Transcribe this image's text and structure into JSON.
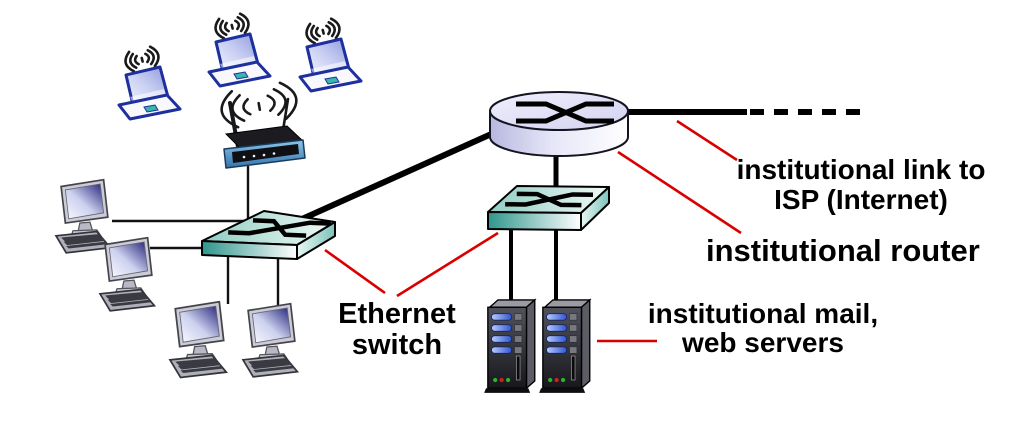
{
  "figure": {
    "type": "campus-network-diagram",
    "labels": {
      "isp_link": {
        "lines": [
          "institutional link to",
          "ISP (Internet)"
        ]
      },
      "institutional_router": {
        "text": "institutional router"
      },
      "ethernet_switch": {
        "lines": [
          "Ethernet",
          "switch"
        ]
      },
      "mail_web_servers": {
        "lines": [
          "institutional mail,",
          "web servers"
        ]
      }
    },
    "colors": {
      "pointer_line": "#db0000",
      "link_line": "#000000",
      "switch_teal": "#2f968c",
      "router_lavender": "#d8d8f4",
      "server_led_blue": "#3056d0",
      "access_point_blue": "#4d96c8",
      "laptop_blue": "#1e2f9e",
      "text": "#000000"
    },
    "icons": {
      "wifi-signal-icon": "concentric radio arcs",
      "laptop-icon": "tilted notebook computer",
      "desktop-icon": "monitor with keyboard",
      "wireless-router-icon": "access point with two antennas",
      "ethernet-switch-icon": "3D slab with crossed-link symbol",
      "router-icon": "cylinder with crossed-link symbol",
      "server-icon": "tower server with blue LEDs"
    },
    "counts": {
      "wireless_laptops": 3,
      "wired_desktops": 4,
      "servers": 2,
      "switches": 2,
      "routers": 1
    }
  }
}
